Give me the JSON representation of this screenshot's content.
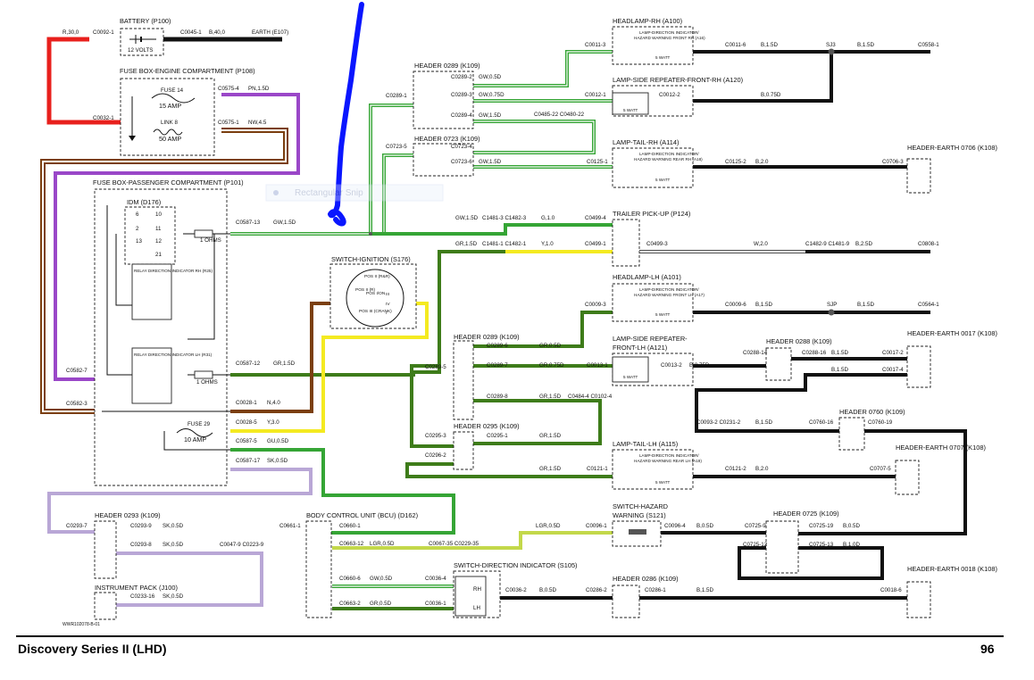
{
  "colors": {
    "red": "#e8201d",
    "purple": "#9a47c8",
    "lilac": "#b9a7d6",
    "brown": "#7b3f10",
    "black": "#111111",
    "green": "#35a535",
    "lightgreen": "#8fd16a",
    "darkgreen": "#3e7c1a",
    "yellow": "#f4ea21",
    "blue": "#0a16ff"
  },
  "components": {
    "battery": "BATTERY (P100)",
    "battery_volts": "12 VOLTS",
    "fuse_eng": "FUSE BOX-ENGINE COMPARTMENT (P108)",
    "fuse14": "FUSE 14",
    "fuse14_amp": "15 AMP",
    "link8": "LINK 8",
    "link8_amp": "50 AMP",
    "fuse_pass": "FUSE BOX-PASSENGER COMPARTMENT (P101)",
    "idm": "IDM (D176)",
    "relay_rh": "RELAY DIRECTION INDICATOR RH (R25)",
    "relay_lh": "RELAY DIRECTION INDICATOR LH (R31)",
    "fuse29": "FUSE 29",
    "fuse29_amp": "10 AMP",
    "ohms": "1 OHMS",
    "ign": "SWITCH-IGNITION (S176)",
    "ign_pos": [
      "POS II (R&R)",
      "POS II (R)",
      "POS I/ON",
      "POS III (CRANK)"
    ],
    "ign_pins": [
      "III",
      "IV",
      "I"
    ],
    "h289a": "HEADER 0289 (K109)",
    "h723": "HEADER 0723 (K109)",
    "h289b": "HEADER 0289 (K109)",
    "h295": "HEADER 0295 (K109)",
    "h293": "HEADER 0293 (K109)",
    "h288": "HEADER 0288 (K109)",
    "h760": "HEADER 0760 (K109)",
    "h725": "HEADER 0725 (K109)",
    "h286": "HEADER 0286 (K109)",
    "he706": "HEADER-EARTH 0706 (K108)",
    "he17": "HEADER-EARTH 0017 (K108)",
    "he707": "HEADER-EARTH 0707 (K108)",
    "he18": "HEADER-EARTH 0018 (K108)",
    "hl_rh": "HEADLAMP-RH (A100)",
    "rep_rh": "LAMP-SIDE REPEATER-FRONT-RH (A120)",
    "tail_rh": "LAMP-TAIL-RH (A114)",
    "trailer": "TRAILER PICK-UP (P124)",
    "hl_lh": "HEADLAMP-LH (A101)",
    "rep_lh1": "LAMP-SIDE REPEATER-",
    "rep_lh2": "FRONT-LH (A121)",
    "tail_lh": "LAMP-TAIL-LH (A115)",
    "lamp_dir_a": "LAMP-DIRECTION INDICATOR/",
    "lamp_dir_b": "HAZARD WARNING FRONT RH (A16)",
    "lamp_dir_c": "HAZARD WARNING REAR RH (A18)",
    "lamp_dir_d": "HAZARD WARNING FRONT LH (A17)",
    "lamp_dir_e": "HAZARD WARNING REAR LH (A19)",
    "watt": "5 WATT",
    "bcu": "BODY CONTROL UNIT (BCU) (D162)",
    "inst": "INSTRUMENT PACK (J100)",
    "haz1": "SWITCH-HAZARD",
    "haz2": "WARNING (S121)",
    "swdir": "SWITCH-DIRECTION INDICATOR (S105)",
    "rh": "RH",
    "lh": "LH",
    "idm_pins_l": [
      "6",
      "2",
      "13"
    ],
    "idm_pins_r": [
      "10",
      "11",
      "12",
      "21"
    ],
    "ref": "WWR102078-B-01"
  },
  "labels": {
    "c0092_1": "C0092-1",
    "r30": "R,30,0",
    "c0045_1": "C0045-1",
    "b40": "B,40,0",
    "earth": "EARTH (E107)",
    "c0575_4": "C0575-4",
    "pn15": "PN,1.5D",
    "c0032_1": "C0032-1",
    "c0575_1": "C0575-1",
    "nw45": "NW,4.5",
    "c0587_13": "C0587-13",
    "gw15": "GW,1.5D",
    "c0587_12": "C0587-12",
    "gr15": "GR,1.5D",
    "c0582_7": "C0582-7",
    "c0582_3": "C0582-3",
    "c0028_1": "C0028-1",
    "n40": "N,4.0",
    "c0028_5": "C0028-5",
    "y30": "Y,3.0",
    "c0587_5": "C0587-5",
    "gu05": "GU,0.5D",
    "c0587_17": "C0587-17",
    "sk05": "SK,0.5D",
    "c0289_1": "C0289-1",
    "c0289_2": "C0289-2",
    "gw05": "GW,0.5D",
    "c0289_3": "C0289-3",
    "gw075": "GW,0.75D",
    "c0289_4": "C0289-4",
    "c0485_22": "C0485-22 C0480-22",
    "c0723_5": "C0723-5",
    "c0723_4": "C0723-4",
    "c0723_6": "C0723-6",
    "c0125_1": "C0125-1",
    "c0011_3": "C0011-3",
    "c0011_6": "C0011-6",
    "b15": "B,1.5D",
    "sj3": "SJ3",
    "c0558_1": "C0558-1",
    "c0012_1": "C0012-1",
    "c0012_2": "C0012-2",
    "b075": "B,0.75D",
    "c0125_2": "C0125-2",
    "b20": "B,2.0",
    "c0706_3": "C0706-3",
    "c1481_3": "C1481-3 C1482-3",
    "g10": "G,1.0",
    "c0499_4": "C0499-4",
    "c1481_1": "C1481-1 C1482-1",
    "y10": "Y,1.0",
    "c0499_1": "C0499-1",
    "c0499_3": "C0499-3",
    "w20": "W,2.0",
    "c1482_9": "C1482-9 C1481-9",
    "b25": "B,2.5D",
    "c0808_1": "C0808-1",
    "c0009_3": "C0009-3",
    "c0009_6": "C0009-6",
    "sjp": "SJP",
    "c0564_1": "C0564-1",
    "c0289_5": "C0289-5",
    "c0289_6": "C0289-6",
    "gr05": "GR,0.5D",
    "c0289_7": "C0289-7",
    "gr075": "GR,0.75D",
    "c0289_8": "C0289-8",
    "c0484_4": "C0484-4 C0102-4",
    "c0013_1": "C0013-1",
    "c0013_2": "C0013-2",
    "c0288_14": "C0288-14",
    "c0288_16": "C0288-16",
    "c0017_2": "C0017-2",
    "c0017_4": "C0017-4",
    "c0093_2": "C0093-2 C0231-2",
    "c0760_16": "C0760-16",
    "c0760_19": "C0760-19",
    "c0295_3": "C0295-3",
    "c0295_1": "C0295-1",
    "c0296_2": "C0296-2",
    "c0121_1": "C0121-1",
    "c0121_2": "C0121-2",
    "c0707_5": "C0707-5",
    "c0293_7": "C0293-7",
    "c0293_9": "C0293-9",
    "c0293_8": "C0293-8",
    "c0047_9": "C0047-9 C0223-9",
    "c0661_1": "C0661-1",
    "c0660_1": "C0660-1",
    "c0663_12": "C0663-12",
    "lgr05": "LGR,0.5D",
    "c0067_35": "C0067-35 C0229-35",
    "c0096_1": "C0096-1",
    "c0096_4": "C0096-4",
    "b05": "B,0.5D",
    "c0725_9": "C0725-9",
    "c0725_19": "C0725-19",
    "c0725_12": "C0725-12",
    "c0725_13": "C0725-13",
    "b10": "B,1.0D",
    "c0233_16": "C0233-16",
    "c0660_6": "C0660-6",
    "c0036_4": "C0036-4",
    "c0663_2": "C0663-2",
    "c0036_1": "C0036-1",
    "c0036_2": "C0036-2",
    "c0286_2": "C0286-2",
    "c0286_1": "C0286-1",
    "c0018_6": "C0018-6"
  },
  "footer": {
    "title": "Discovery Series II (LHD)",
    "page": "96"
  },
  "overlay": {
    "tooltip": "Rectangular Snip"
  }
}
